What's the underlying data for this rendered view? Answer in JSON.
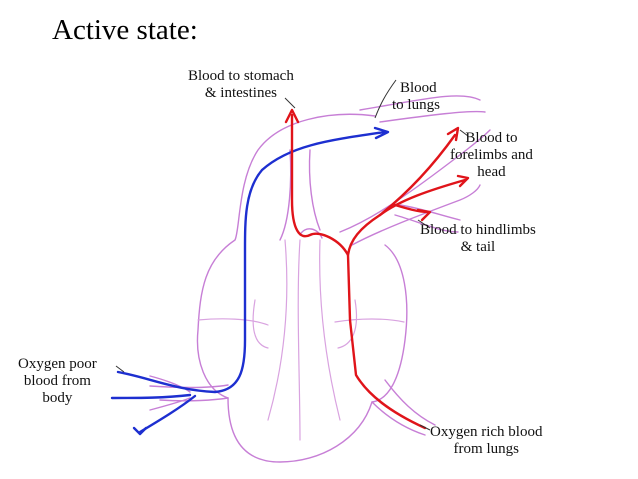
{
  "title": "Active state:",
  "labels": {
    "stomach": [
      "Blood to stomach",
      "& intestines"
    ],
    "lungs": [
      "Blood",
      "to lungs"
    ],
    "forelimbs": [
      "Blood to",
      "forelimbs and",
      "head"
    ],
    "hindlimbs": [
      "Blood to hindlimbs",
      "& tail"
    ],
    "oxygen_poor": [
      "Oxygen poor",
      "blood from",
      "body"
    ],
    "oxygen_rich": [
      "Oxygen rich blood",
      "from lungs"
    ]
  },
  "colors": {
    "oxygen_poor_flow": "#1d2fd0",
    "oxygen_rich_flow": "#e0141a",
    "heart_outline": "#c77fd6"
  }
}
